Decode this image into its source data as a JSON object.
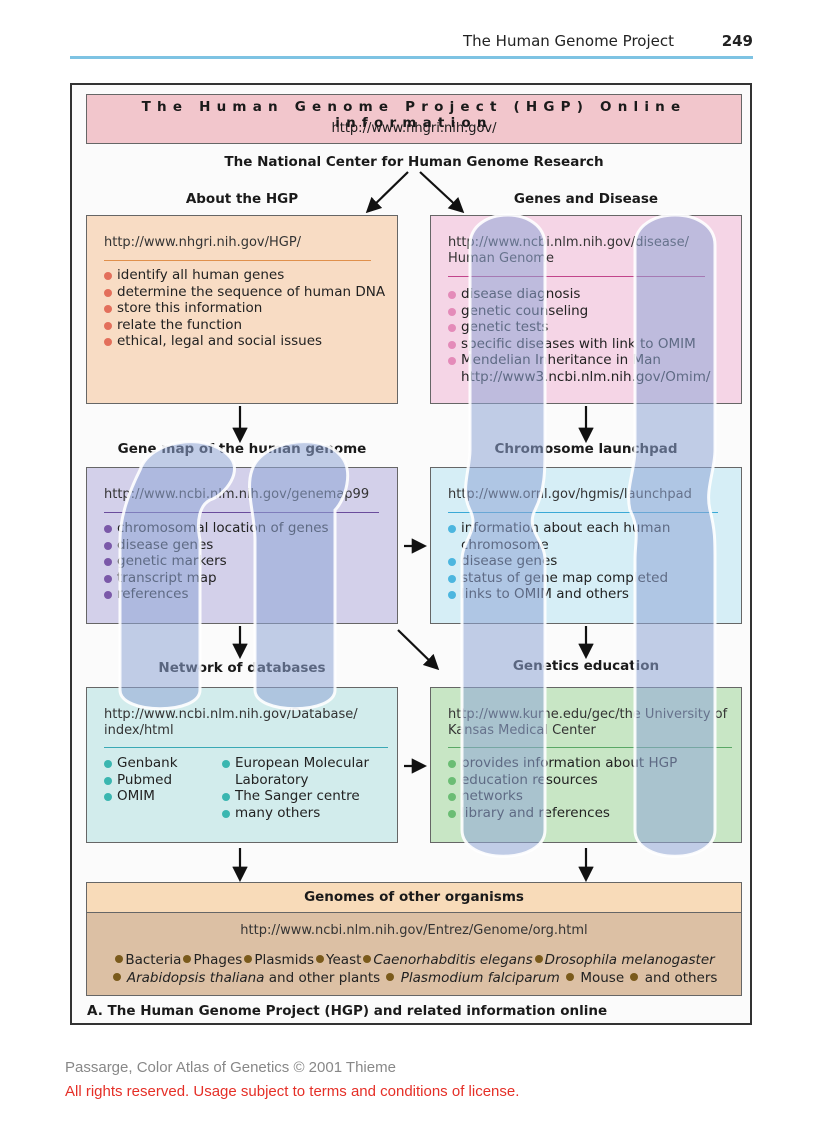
{
  "running_header": {
    "title": "The Human Genome Project",
    "page": "249"
  },
  "title_box": {
    "title": "The Human Genome Project (HGP) Online information",
    "url": "http://www.nhgri.nih.gov/"
  },
  "center_heading": "The National Center for Human Genome Research",
  "about_hgp": {
    "heading": "About the HGP",
    "url": "http://www.nhgri.nih.gov/HGP/",
    "items": [
      "identify all human genes",
      "determine the sequence of human DNA",
      "store this information",
      "relate the function",
      "ethical, legal and social issues"
    ]
  },
  "genes_disease": {
    "heading": "Genes and Disease",
    "url": "http://www.ncbi.nlm.nih.gov/disease/ Human Genome",
    "items": [
      "disease diagnosis",
      "genetic counseling",
      "genetic tests",
      "specific diseases with link to OMIM",
      "Mendelian Inheritance in Man http://www3.ncbi.nlm.nih.gov/Omim/"
    ]
  },
  "gene_map": {
    "heading": "Gene map of the human genome",
    "url": "http://www.ncbi.nlm.nih.gov/genemap99",
    "items": [
      "chromosomal location of genes",
      "disease genes",
      "genetic markers",
      "transcript map",
      "references"
    ]
  },
  "launchpad": {
    "heading": "Chromosome launchpad",
    "url": "http://www.ornl.gov/hgmis/launchpad",
    "items": [
      "information about each human chromosome",
      "disease genes",
      "status of gene map completed",
      "links to OMIM and others"
    ]
  },
  "network": {
    "heading": "Network of databases",
    "url": "http://www.ncbi.nlm.nih.gov/Database/ index/html",
    "items_left": [
      "Genbank",
      "Pubmed",
      "OMIM"
    ],
    "items_right": [
      "European Molecular Laboratory",
      "The Sanger centre",
      "many others"
    ]
  },
  "education": {
    "heading": "Genetics education",
    "url": "http://www.kume.edu/gec/the University of Kansas Medical Center",
    "items": [
      "provides information about HGP",
      "education resources",
      "networks",
      "library and references"
    ]
  },
  "genomes": {
    "heading": "Genomes of other organisms",
    "url": "http://www.ncbi.nlm.nih.gov/Entrez/Genome/org.html",
    "line1": [
      "Bacteria",
      "Phages",
      "Plasmids",
      "Yeast",
      "Caenorhabditis elegans",
      "Drosophila melanogaster"
    ],
    "line2": [
      "Arabidopsis thaliana",
      "and other plants",
      "Plasmodium falciparum",
      "Mouse",
      "and others"
    ]
  },
  "caption": "A. The Human Genome Project (HGP) and related information online",
  "footer": {
    "copyright": "Passarge, Color Atlas of Genetics © 2001 Thieme",
    "rights": "All rights reserved. Usage subject to terms and conditions of license."
  },
  "colors": {
    "accent_rule": "#7ec3e3",
    "chromosome": "#8fa6d6",
    "rights_text": "#e52f27"
  }
}
